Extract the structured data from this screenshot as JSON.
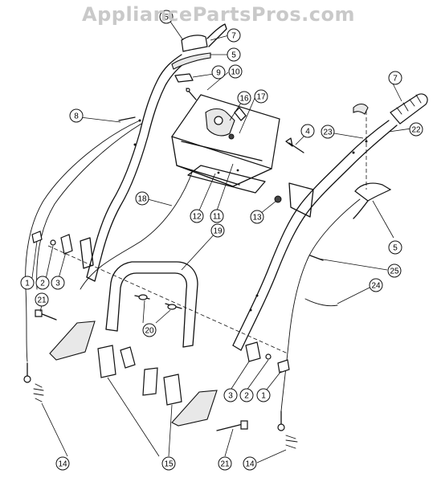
{
  "watermark": "AppliancePartsPros.com",
  "callouts": [
    {
      "id": "c1",
      "label": "5"
    },
    {
      "id": "c2",
      "label": "7"
    },
    {
      "id": "c3",
      "label": "5"
    },
    {
      "id": "c4",
      "label": "9"
    },
    {
      "id": "c5",
      "label": "10"
    },
    {
      "id": "c6",
      "label": "7"
    },
    {
      "id": "c7",
      "label": "8"
    },
    {
      "id": "c8",
      "label": "16"
    },
    {
      "id": "c9",
      "label": "17"
    },
    {
      "id": "c10",
      "label": "4"
    },
    {
      "id": "c11",
      "label": "23"
    },
    {
      "id": "c12",
      "label": "22"
    },
    {
      "id": "c13",
      "label": "18"
    },
    {
      "id": "c14",
      "label": "12"
    },
    {
      "id": "c15",
      "label": "11"
    },
    {
      "id": "c16",
      "label": "13"
    },
    {
      "id": "c17",
      "label": "19"
    },
    {
      "id": "c18",
      "label": "5"
    },
    {
      "id": "c19",
      "label": "25"
    },
    {
      "id": "c20",
      "label": "1"
    },
    {
      "id": "c21",
      "label": "2"
    },
    {
      "id": "c22",
      "label": "3"
    },
    {
      "id": "c23",
      "label": "24"
    },
    {
      "id": "c24",
      "label": "21"
    },
    {
      "id": "c25",
      "label": "20"
    },
    {
      "id": "c26",
      "label": "3"
    },
    {
      "id": "c27",
      "label": "2"
    },
    {
      "id": "c28",
      "label": "1"
    },
    {
      "id": "c29",
      "label": "14"
    },
    {
      "id": "c30",
      "label": "15"
    },
    {
      "id": "c31",
      "label": "21"
    },
    {
      "id": "c32",
      "label": "14"
    }
  ]
}
